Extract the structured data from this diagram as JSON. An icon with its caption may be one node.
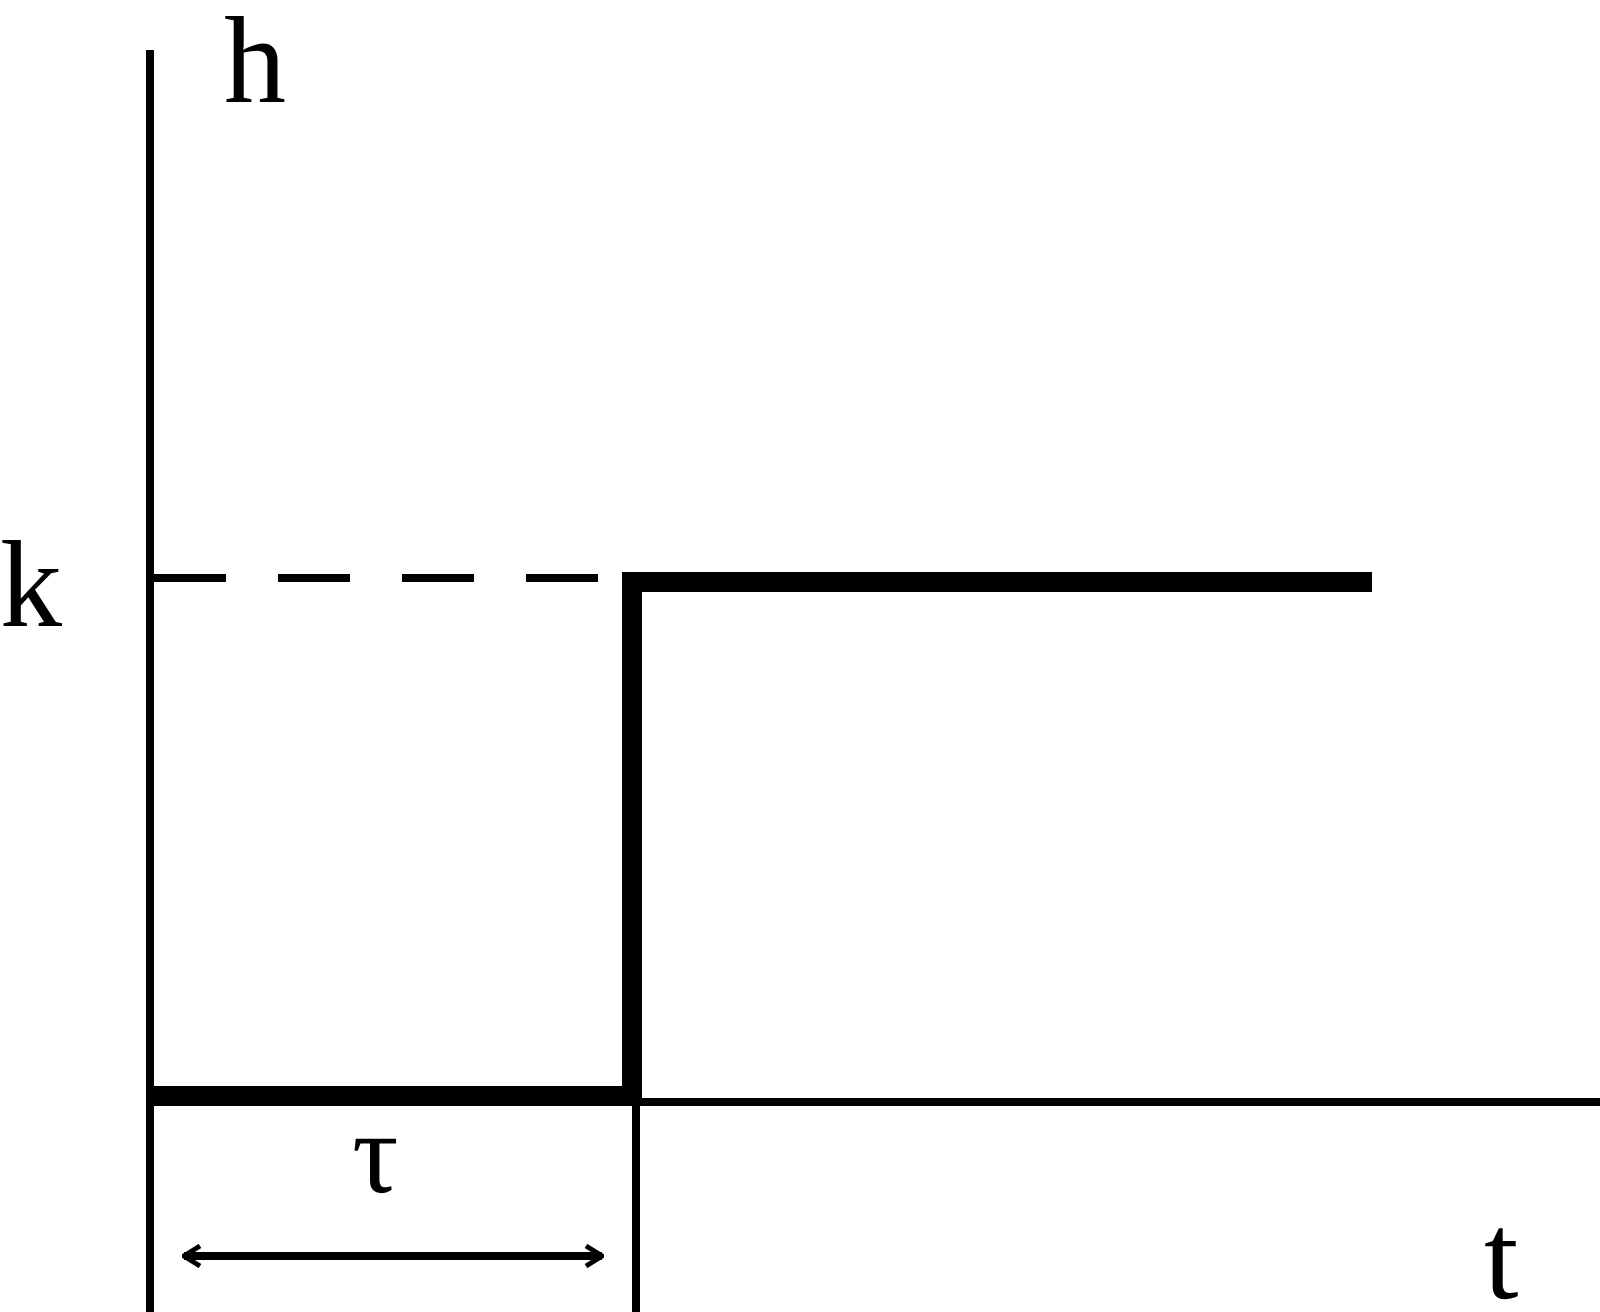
{
  "diagram": {
    "labels": [
      "h",
      "k",
      "τ",
      "t"
    ]
  }
}
